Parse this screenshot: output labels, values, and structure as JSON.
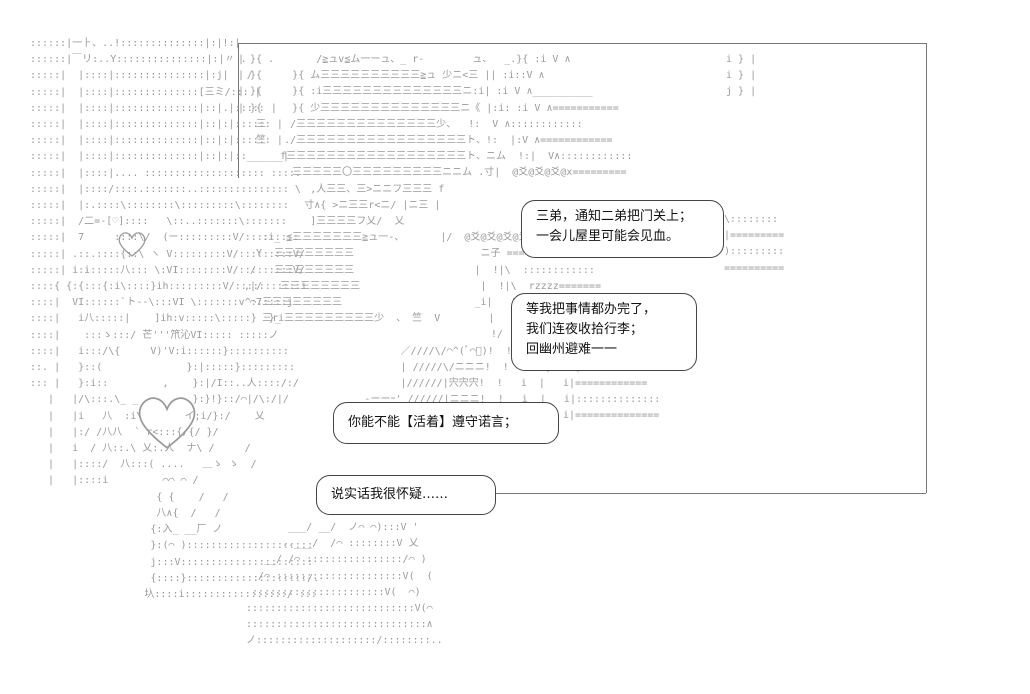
{
  "bubbles": [
    {
      "id": "b1",
      "lines": [
        "三弟，通知二弟把门关上；",
        "一会儿屋里可能会见血。"
      ]
    },
    {
      "id": "b2",
      "lines": [
        "等我把事情都办完了，",
        "我们连夜收拾行李；",
        "回幽州避难一一"
      ]
    },
    {
      "id": "b3",
      "lines": [
        "你能不能【活着】遵守诺言；"
      ]
    },
    {
      "id": "b4",
      "lines": [
        "说实话我很怀疑……"
      ]
    }
  ],
  "ascii": {
    "left": [
      "::::::|一⺊、..!::::::::::::::|:|!:|",
      "::::::|￣リ:..Y:::::::::::::::|:|〃 .",
      ":::::|  |::::|:::::::::::::::|:j|   /",
      ":::::|  |::::|::::::::::::::[三ミ/::: |",
      ":::::|  |::::|::::::::::::::|::|.|::::: |",
      ":::::|  |::::|::::::::::::::|::|:|:::::: |",
      ":::::|  |::::|::::::::::::::|::|:|:::::: |",
      ":::::|  |::::|::::::::::::::|::|:|::______|",
      ":::::|  |::::|.... :::::::::::::::::::: ::::.",
      ":::::|  |::::/::::.:::::::..::::::::::::::: \\",
      ":::::|  |:.::::\\::::::::\\:::::::::\\::::::::",
      ":::::|  /二=-[♡]::::   \\::..:::::::\\:::::::",
      ":::::|  7     ::::\\/  (ー:::::::::V/:::::::::",
      ":::::| .::.::::{::\\ ヽ V:::::::::V/:::::::::V/",
      ":::::| i:i:::::八::: \\:VI::::::::V/:::::::::V/",
      "::::{ {:{:::{:i\\::::}ih:::::::::V/:::::::::::i",
      "::::|  VI::::::`ト--\\:::VI \\:::::::v^::::::j",
      "::::|   i八:::::|    ]ih:v:::::\\:::::}  }_",
      "::::|    :::ゝ:::/ 芒'''笊沁VI::::: :::::ノ",
      "::::|   i:::/\\{     V)'V:i::::::}::::::::::",
      "::. |   }::(              }:|:::::}:::::::::",
      "::: |   }:i::         ,    }:|/I::..人::::/:/",
      "   |   |/\\:::.\\_ _         }:}!}::/⌒|/\\:/|/",
      "   |   |i   八  :i\\       イ;i/}:/    乂",
      "   |   |:/ /八八  ` r<:::{/{/ }/      ",
      "   |   i  / 八::.\\ 乂:.人  ナ\\ /     /",
      "   |   |::::/  八:::( ....   ＿ゝ ゝ  /",
      "   |   |::::i         ⌒⌒ ⌒ /",
      "                     { {    /   /",
      "                     八∧{  /   /",
      "                    {:入_ __厂 ノ",
      "                    }:(⌒ ):::::::::::::::::::::",
      "                    j:::V::::::::::::::::::::::",
      "                    {::::}::::::::::::::::::::/.",
      "                   圦::::i:::::::::::::::::/ :::"
    ],
    "top": [
      "| }{ .       /≧ュv≦ム一ーュ、_ r-        ュ、  _.}{ :i V ∧",
      "| }{     }{ ム三三三三三三三三三三≧ュ 少ニ<三 || :i::V ∧",
      "| }{     }{ :i三三三三三三三三三三三三三三ニ:i| :i V ∧__________",
      "| }{     }{ 少三三三三三三三三三三三三三三ニ《 |:i: :i V ∧===========",
      "   三    /三三三三三三三三三三三三三三少、  !:  V ∧::::::::::::",
      "   竺   ./三三三三三三三三三三三三三三三三三ト、!:  |:V ∧============",
      "       f三三三三三三三三三三三三三三三三三三ト、ニム  !:|  V∧::::::::::::",
      "         三三三三三〇三三三三三三三三三ニニム .寸|  @爻@爻@爻@x=========",
      "            ,人三三、三>ニニフ三三三 f",
      "           寸∧{ >ニ三三r<ニ/ |ニ三 |",
      "            ]三三三三フ乂/  乂       ",
      "    :i_ ≦三三三三三三三≧ュ一-、      |/  @爻@爻@爻@爻@爻@::::::::::",
      "   Y  三三三三三三三三                     ニ子 ============",
      "  /   三三三三三三三三                    |  !|\\  ::::::::::::",
      " ,|/   三三三三三三三三                    |  !|\\  rzzzz=======",
      "  ⌒7三三三三三三三三                      _i|   !刈こ{::::::::::",
      "    三ri三三三三三三三三三少  、 竺  V        |   i  |   i|=========",
      "                                          !/    i  |   i|::::::::::::",
      "                           ／////\\/◠^(ﾟ◠ﾟ)!  !   i  |   i|===========",
      "                           | /////\\/ニニニ!  !   i  |   i|:::::::::::::",
      "                           |//////|宍宍宍!  !   i  |   i|============",
      "                     -ーーｰ' //////|ニニニ!  !   i  |   i|::::::::::::::",
      "                    //////////////|畜畜畜!  !   i  |   i|=============="
    ],
    "right_top": [
      "i } |",
      "i } |",
      "j } |"
    ],
    "right_mid": [
      "\\::::::::",
      "|=========",
      "):::::::::",
      "=========="
    ],
    "bottom": [
      "        ___/ __/  ノ⌒ ⌒):::V '",
      "       ..___/  /⌒ ::::::::V 乂",
      "    __/ /⌒ ::::::::::::::::/⌒ )",
      "   /⌒ :::::::::::::::::::::V(  (",
      "  ::::::::::::::::::::::V(  ⌒)",
      " ::::::::::::::::::::::::::::V(⌒",
      " ::::::::::::::::::::::::::::::∧",
      " ノ::::::::::::::::::::/::::::::.."
    ]
  }
}
